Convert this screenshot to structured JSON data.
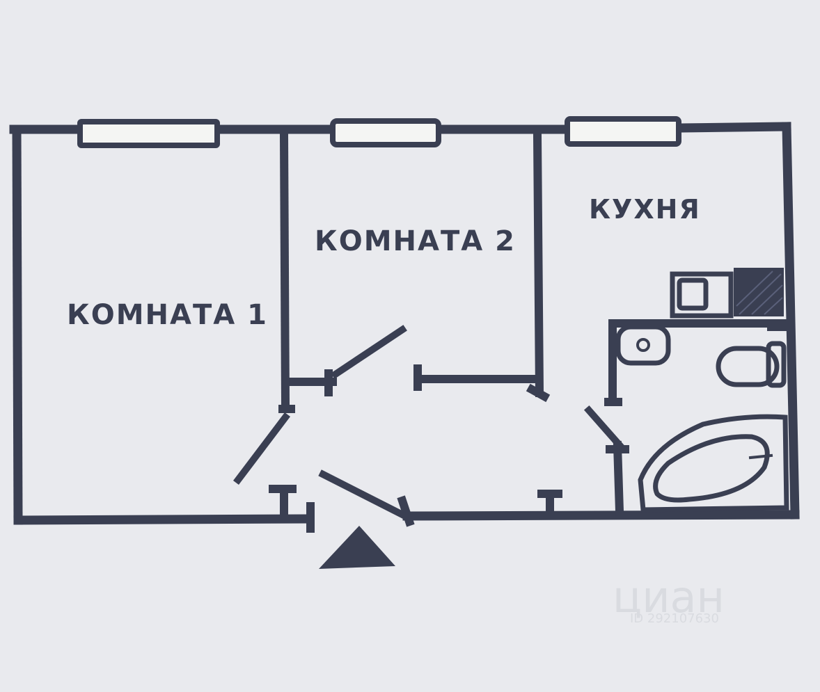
{
  "rooms": {
    "room1": "КОМНАТА 1",
    "room2": "КОМНАТА 2",
    "kitchen": "КУХНЯ"
  },
  "watermark": {
    "brand": "циан",
    "id": "ID 292107630"
  },
  "colors": {
    "ink": "#3a3f52",
    "paper": "#e9eaee",
    "window_fill": "#f4f5f3"
  }
}
